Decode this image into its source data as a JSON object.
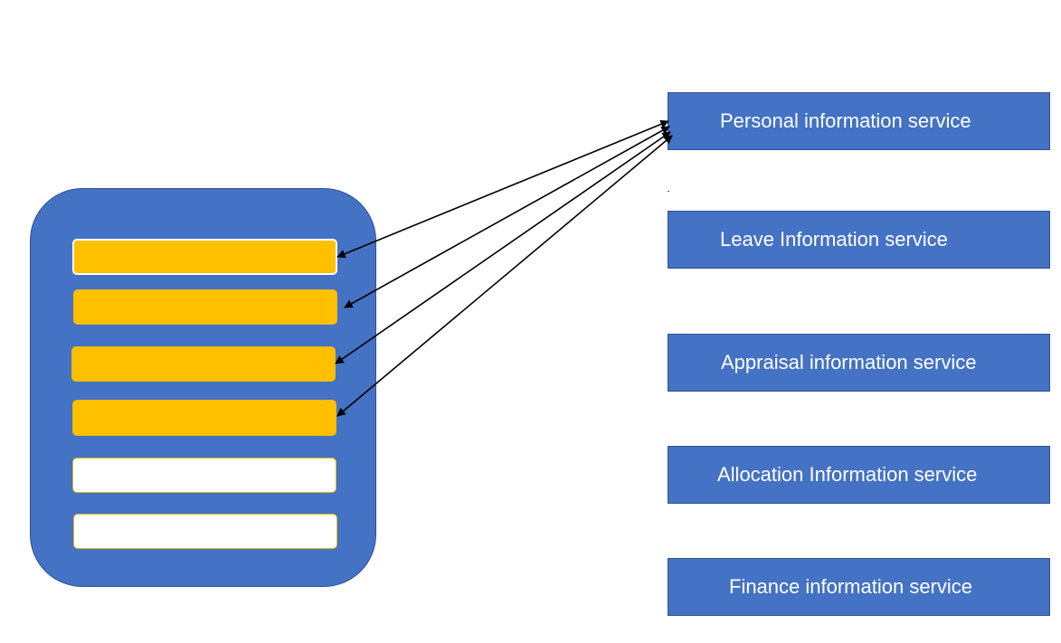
{
  "services": [
    {
      "label": "Personal information service"
    },
    {
      "label": "Leave Information service"
    },
    {
      "label": "Appraisal information service"
    },
    {
      "label": "Allocation Information service"
    },
    {
      "label": "Finance information service"
    }
  ],
  "colors": {
    "container_fill": "#4472c4",
    "row_filled": "#ffc000",
    "row_empty": "#ffffff",
    "service_fill": "#4472c4",
    "arrow": "#000000"
  }
}
